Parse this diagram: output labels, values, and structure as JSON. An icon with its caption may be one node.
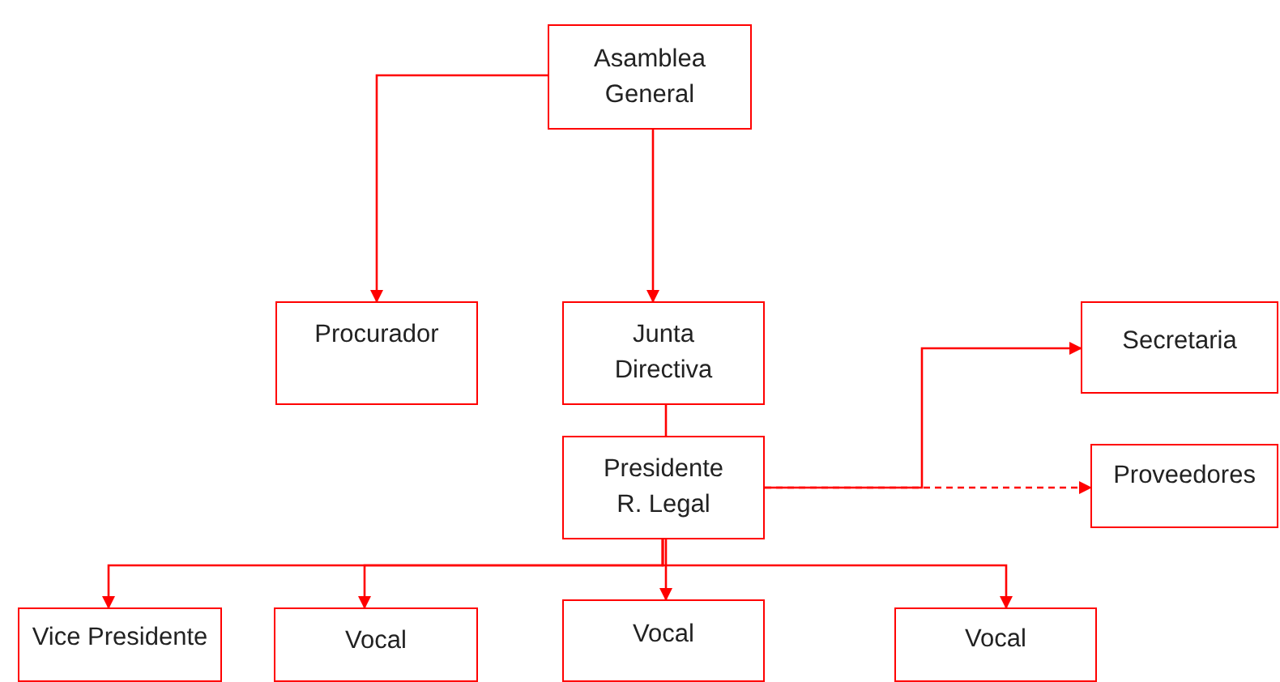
{
  "diagram": {
    "nodes": [
      {
        "text": [
          "Asamblea General"
        ]
      },
      {
        "text": [
          "Procurador"
        ]
      },
      {
        "text": [
          "Junta Directiva"
        ]
      },
      {
        "text": [
          "Presidente R. Legal"
        ]
      },
      {
        "text": [
          "Secretaria"
        ]
      },
      {
        "text": [
          "Proveedores"
        ]
      },
      {
        "text": [
          "Vice Presidente"
        ]
      },
      {
        "text": [
          "Vocal"
        ]
      },
      {
        "text": [
          "Vocal"
        ]
      },
      {
        "text": [
          "Vocal"
        ]
      }
    ],
    "edges": [
      {
        "from": 0,
        "to": 1,
        "arrow": "to"
      },
      {
        "from": 0,
        "to": 2,
        "arrow": "to"
      },
      {
        "from": 2,
        "to": 3,
        "arrow": "none"
      },
      {
        "from": 3,
        "to": 4,
        "arrow": "to"
      },
      {
        "from": 3,
        "to": 5,
        "arrow": "to",
        "style": "dashed"
      },
      {
        "from": 3,
        "to": 6,
        "arrow": "to"
      },
      {
        "from": 3,
        "to": 7,
        "arrow": "to"
      },
      {
        "from": 3,
        "to": 8,
        "arrow": "to"
      },
      {
        "from": 3,
        "to": 9,
        "arrow": "to"
      }
    ]
  }
}
